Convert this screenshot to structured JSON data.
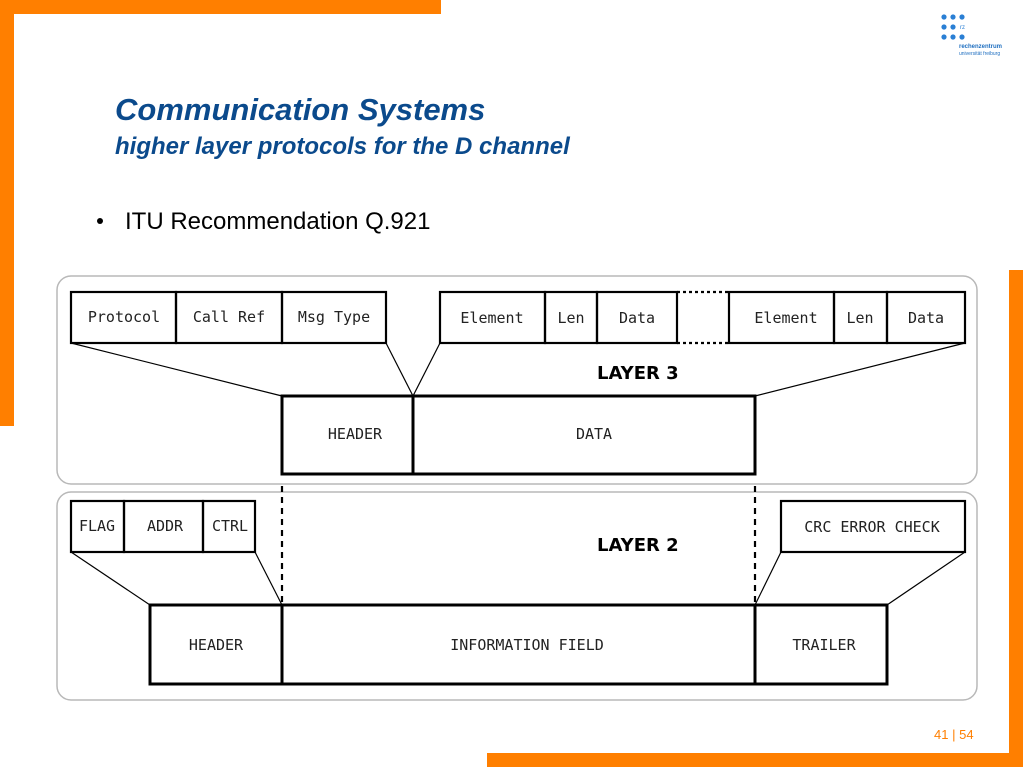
{
  "slide": {
    "title": "Communication Systems",
    "subtitle": "higher layer protocols  for the D channel",
    "bullet": "ITU Recommendation Q.921",
    "page_current": "41",
    "page_sep": "|",
    "page_total": "54"
  },
  "logo": {
    "line1": "rechenzentrum",
    "line2": "universität freiburg",
    "mark": "rz"
  },
  "diagram": {
    "layer3": {
      "label": "LAYER 3",
      "fields_left": [
        "Protocol",
        "Call Ref",
        "Msg Type"
      ],
      "fields_right_a": [
        "Element",
        "Len",
        "Data"
      ],
      "fields_right_b": [
        "Element",
        "Len",
        "Data"
      ],
      "header": "HEADER",
      "data": "DATA"
    },
    "layer2": {
      "label": "LAYER 2",
      "fields_left": [
        "FLAG",
        "ADDR",
        "CTRL"
      ],
      "crc": "CRC ERROR CHECK",
      "header": "HEADER",
      "info": "INFORMATION FIELD",
      "trailer": "TRAILER"
    }
  },
  "colors": {
    "accent": "#ff7f00",
    "title": "#0b4a8c"
  }
}
